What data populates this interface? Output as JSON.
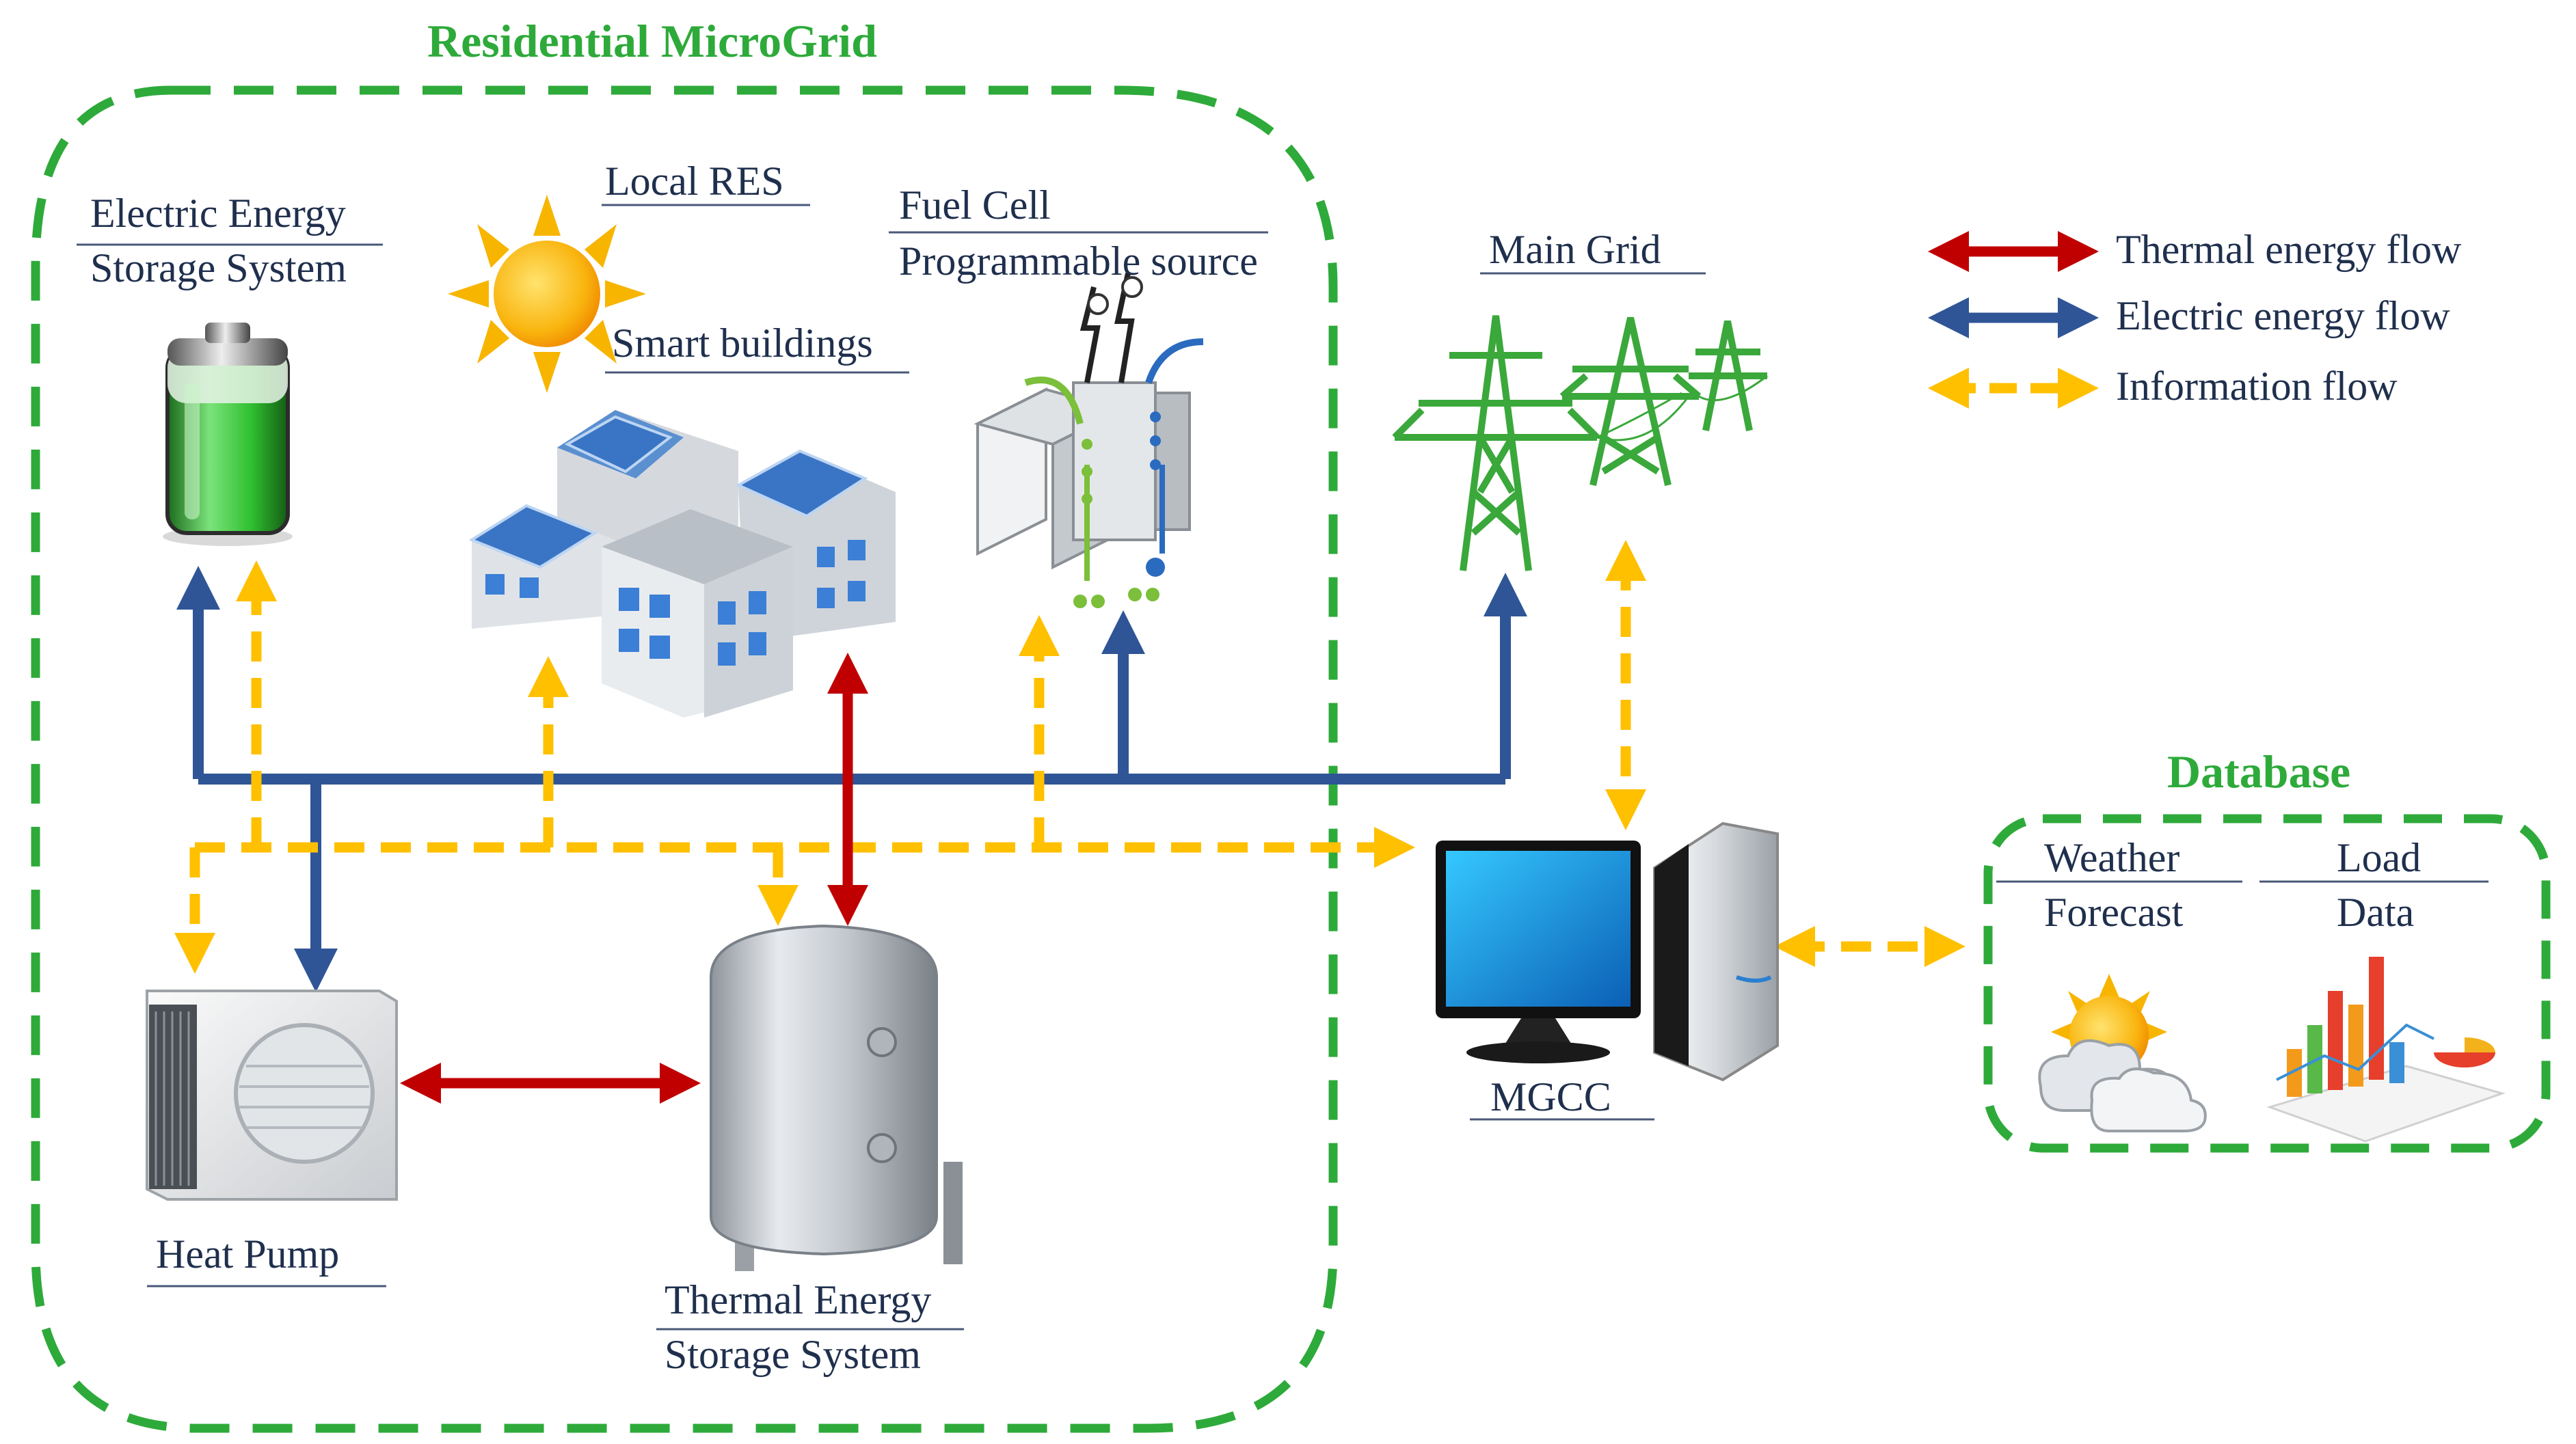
{
  "microgrid": {
    "title": "Residential MicroGrid"
  },
  "components": {
    "electric_storage": {
      "line1": "Electric Energy",
      "line2": "Storage System"
    },
    "local_res": {
      "label": "Local RES"
    },
    "smart_buildings": {
      "label": "Smart buildings"
    },
    "fuel_cell": {
      "line1": "Fuel Cell",
      "line2": "Programmable source"
    },
    "main_grid": {
      "label": "Main Grid"
    },
    "heat_pump": {
      "label": "Heat Pump"
    },
    "thermal_storage": {
      "line1": "Thermal Energy",
      "line2": "Storage System"
    },
    "mgcc": {
      "label": "MGCC"
    }
  },
  "database": {
    "title": "Database",
    "weather": {
      "line1": "Weather",
      "line2": "Forecast"
    },
    "load": {
      "line1": "Load",
      "line2": "Data"
    }
  },
  "legend": {
    "thermal": "Thermal energy flow",
    "electric": "Electric energy flow",
    "information": "Information flow"
  },
  "colors": {
    "thermal": "#c00000",
    "electric": "#2f5597",
    "information": "#ffc000",
    "boundary": "#2eaa3a",
    "label_text": "#1f2f4d"
  },
  "icons": {
    "battery": "battery-icon",
    "sun": "sun-icon",
    "buildings": "smart-buildings-icon",
    "fuel_cell": "fuel-cell-icon",
    "towers": "transmission-tower-icon",
    "heat_pump": "heat-pump-icon",
    "tank": "thermal-tank-icon",
    "computer": "computer-icon",
    "weather": "weather-icon",
    "chart": "load-chart-icon"
  }
}
